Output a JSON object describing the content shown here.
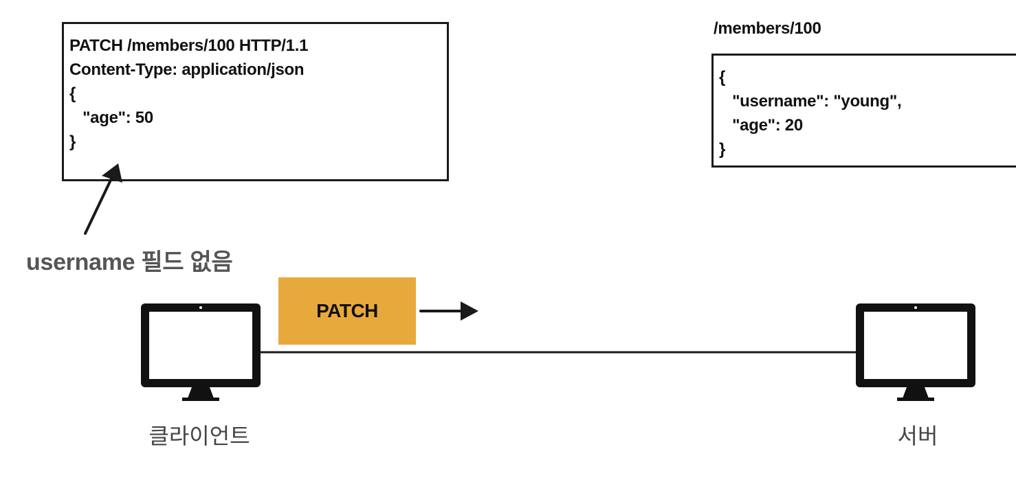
{
  "request": {
    "lines": [
      "PATCH /members/100 HTTP/1.1",
      "Content-Type: application/json",
      "",
      "{",
      "   \"age\": 50",
      "}"
    ]
  },
  "resource": {
    "path": "/members/100",
    "lines": [
      "{",
      "   \"username\": \"young\",",
      "   \"age\": 20",
      "}"
    ]
  },
  "note": "username 필드 없음",
  "method_tag": "PATCH",
  "client": {
    "label": "클라이언트"
  },
  "server": {
    "label": "서버"
  },
  "colors": {
    "method_tag": "#e8a93c",
    "stroke": "#1a1a1a",
    "note_text": "#555555"
  },
  "icons": {
    "client": "monitor-icon",
    "server": "monitor-icon"
  }
}
